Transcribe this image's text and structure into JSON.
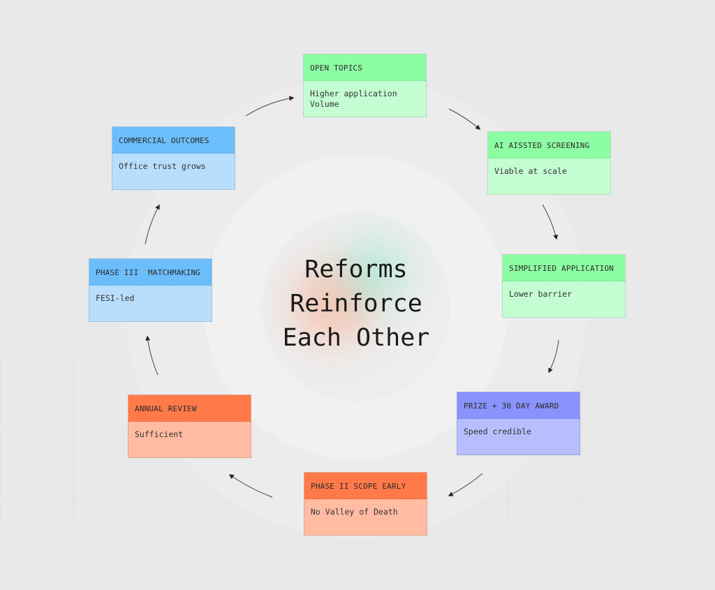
{
  "title_lines": [
    "Reforms",
    "Reinforce",
    "Each Other"
  ],
  "colors": {
    "green_header": "#8dfda3",
    "green_body": "#c5fdd3",
    "blue_header": "#6cbefb",
    "blue_body": "#b9defc",
    "purple_header": "#8993fd",
    "purple_body": "#b7befd",
    "orange_header": "#ff7a48",
    "orange_body": "#ffbca2"
  },
  "cards": [
    {
      "title": "OPEN TOPICS",
      "body": "Higher application\nVolume",
      "color": "green"
    },
    {
      "title": "AI AISSTED SCREENING",
      "body": "Viable at scale",
      "color": "green"
    },
    {
      "title": "SIMPLIFIED APPLICATION",
      "body": "Lower barrier",
      "color": "green"
    },
    {
      "title": "PRIZE + 30 DAY AWARD",
      "body": "Speed credible",
      "color": "purple"
    },
    {
      "title": "PHASE II SCOPE EARLY",
      "body": "No Valley of Death",
      "color": "orange"
    },
    {
      "title": "ANNUAL REVIEW",
      "body": "Sufficient",
      "color": "orange"
    },
    {
      "title": "PHASE III  MATCHMAKING",
      "body": "FESI-led",
      "color": "blue"
    },
    {
      "title": "COMMERCIAL OUTCOMES",
      "body": "Office trust grows",
      "color": "blue"
    }
  ]
}
